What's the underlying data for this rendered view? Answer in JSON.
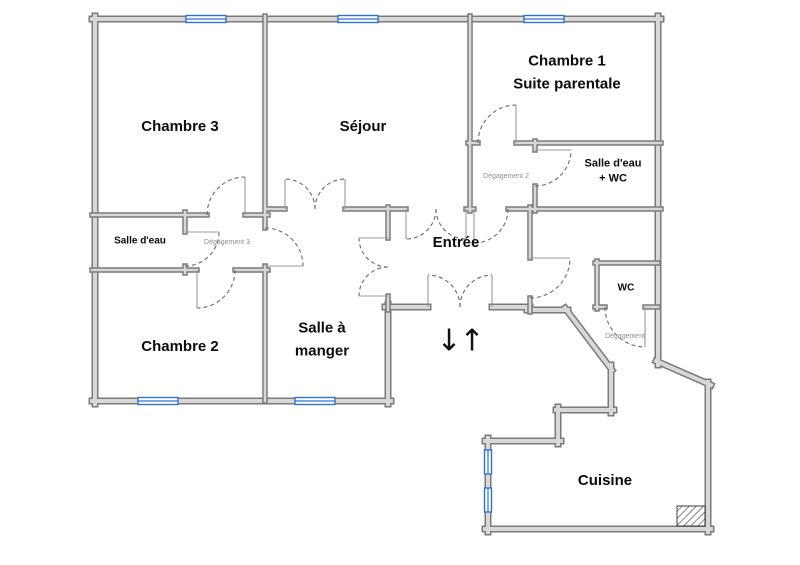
{
  "floorplan": {
    "rooms": {
      "chambre1": "Chambre 1\nSuite parentale",
      "chambre3": "Chambre 3",
      "sejour": "Séjour",
      "salle_deau_wc": "Salle d'eau\n+ WC",
      "degagement2": "Dégagement 2",
      "salle_deau": "Salle d'eau",
      "degagement3": "Dégagement 3",
      "entree": "Entrée",
      "chambre2": "Chambre 2",
      "salle_a_manger": "Salle à\nmanger",
      "wc": "WC",
      "degagement": "Dégagement",
      "cuisine": "Cuisine"
    },
    "icons": {
      "arrow_down": "↓",
      "arrow_up": "↑"
    },
    "colors": {
      "wall_dark": "#7a7a7a",
      "wall_light": "#d8d8d8",
      "window_blue": "#2e74d3",
      "muted_label": "#8f8f8f",
      "text": "#0b0b0b",
      "background": "#ffffff"
    }
  }
}
